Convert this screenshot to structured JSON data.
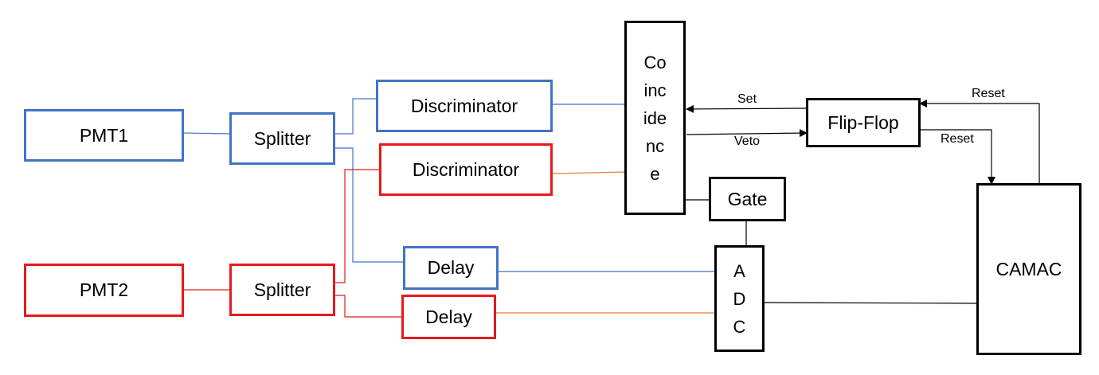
{
  "boxes": {
    "pmt1": "PMT1",
    "pmt2": "PMT2",
    "splitter1": "Splitter",
    "splitter2": "Splitter",
    "discriminator1": "Discriminator",
    "discriminator2": "Discriminator",
    "delay1": "Delay",
    "delay2": "Delay",
    "coincidence_lines": [
      "Co",
      "inc",
      "ide",
      "nc",
      "e"
    ],
    "flipflop": "Flip-Flop",
    "gate": "Gate",
    "adc_lines": [
      "A",
      "D",
      "C"
    ],
    "camac": "CAMAC"
  },
  "labels": {
    "set": "Set",
    "veto": "Veto",
    "reset_top": "Reset",
    "reset_bottom": "Reset"
  },
  "colors": {
    "pmt1_channel": "#4472c4",
    "pmt2_channel": "#e41a1c",
    "pmt2_line": "#ed7d31",
    "logic": "#000000"
  }
}
